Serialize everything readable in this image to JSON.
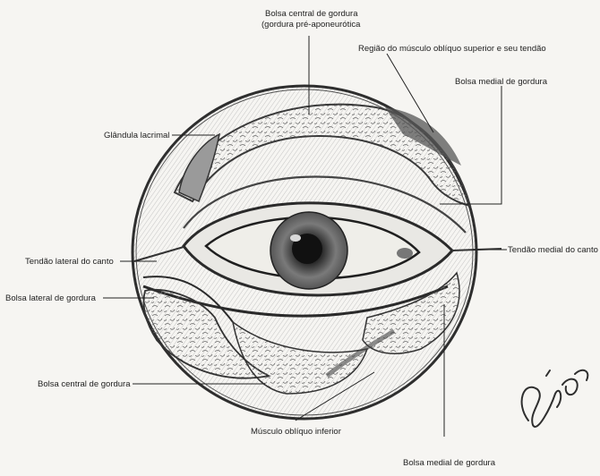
{
  "labels": {
    "bolsa_central_superior_1": "Bolsa central de gordura",
    "bolsa_central_superior_2": "(gordura pré-aponeurótica",
    "regiao_obliquo_superior": "Região do músculo oblíquo superior e seu tendão",
    "bolsa_medial_superior": "Bolsa medial de gordura",
    "glandula_lacrimal": "Glândula lacrimal",
    "tendao_lateral": "Tendão lateral do canto",
    "tendao_medial": "Tendão medial do canto",
    "bolsa_lateral_inferior": "Bolsa lateral de gordura",
    "bolsa_central_inferior": "Bolsa central de gordura",
    "musculo_obliquo_inferior": "Músculo oblíquo inferior",
    "bolsa_medial_inferior": "Bolsa medial de gordura"
  },
  "colors": {
    "paper": "#f6f5f2",
    "pencil": "#3a3a3a",
    "shade": "#8a8a8a"
  }
}
